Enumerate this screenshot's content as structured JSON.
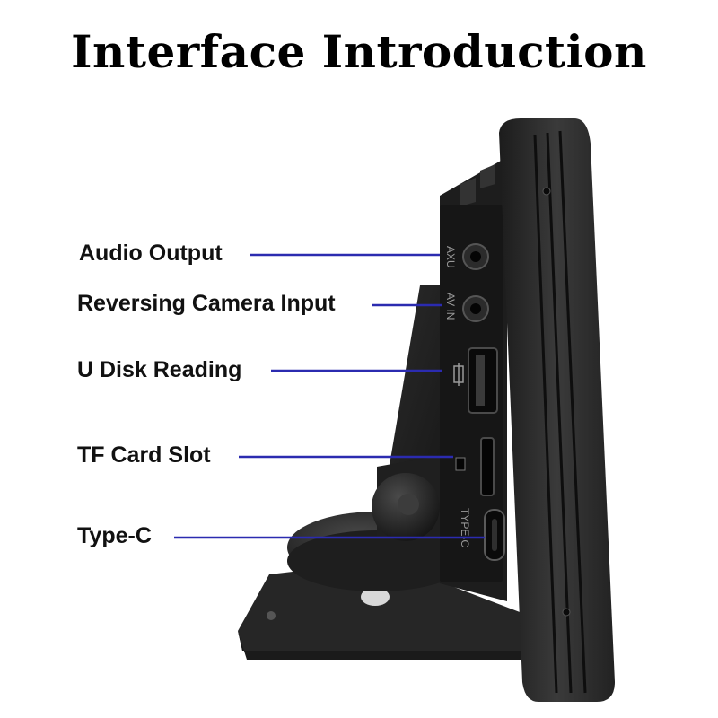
{
  "title": "Interface Introduction",
  "labels": {
    "audio_output": "Audio Output",
    "camera_input": "Reversing Camera Input",
    "u_disk": "U Disk Reading",
    "tf_card": "TF Card Slot",
    "type_c": "Type-C"
  },
  "port_markings": {
    "aux": "AXU",
    "av_in": "AV IN",
    "usb": "USB",
    "type_c": "TYPE-C"
  },
  "colors": {
    "background": "#ffffff",
    "leader_line": "#2b2bb0",
    "device_body": "#2a2a2a",
    "text": "#111111"
  }
}
